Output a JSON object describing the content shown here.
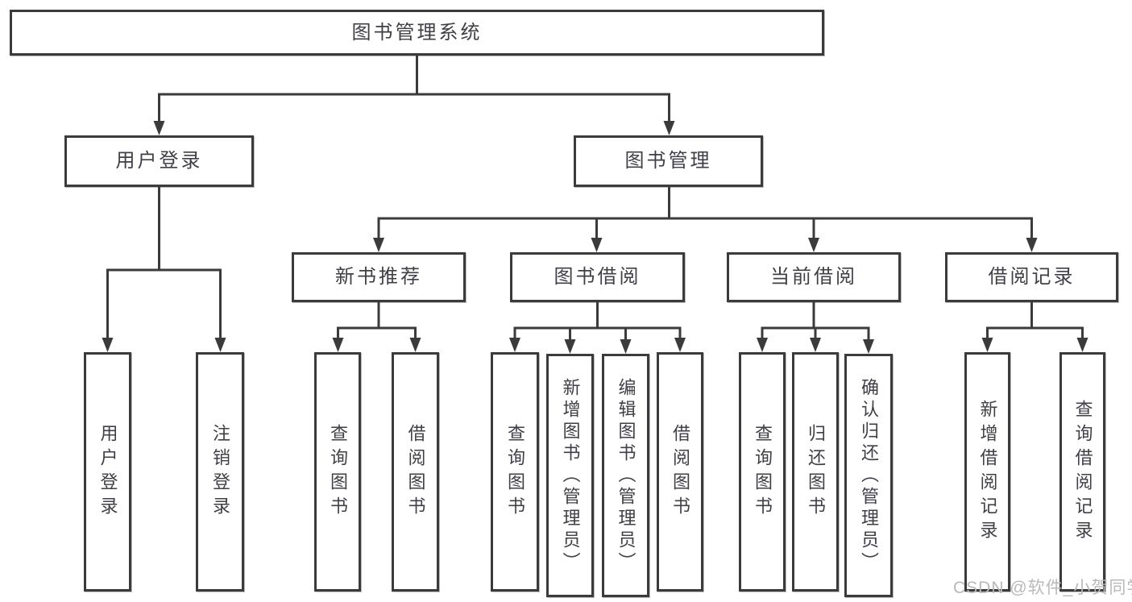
{
  "diagram": {
    "type": "hierarchy-tree",
    "colors": {
      "line": "#3b3b3b",
      "box_border": "#3b3b3b",
      "text": "#3f3f46",
      "background": "#ffffff",
      "watermark": "#b9b9b9"
    },
    "root": {
      "label": "图书管理系统"
    },
    "level2": [
      {
        "label": "用户登录"
      },
      {
        "label": "图书管理"
      }
    ],
    "level3": [
      {
        "label": "新书推荐",
        "parent": "图书管理"
      },
      {
        "label": "图书借阅",
        "parent": "图书管理"
      },
      {
        "label": "当前借阅",
        "parent": "图书管理"
      },
      {
        "label": "借阅记录",
        "parent": "图书管理"
      }
    ],
    "leaves": [
      {
        "label": "用户登录",
        "parent": "用户登录"
      },
      {
        "label": "注销登录",
        "parent": "用户登录"
      },
      {
        "label": "查询图书",
        "parent": "新书推荐"
      },
      {
        "label": "借阅图书",
        "parent": "新书推荐"
      },
      {
        "label": "查询图书",
        "parent": "图书借阅"
      },
      {
        "label": "新增图书（管理员）",
        "parent": "图书借阅"
      },
      {
        "label": "编辑图书（管理员）",
        "parent": "图书借阅"
      },
      {
        "label": "借阅图书",
        "parent": "图书借阅"
      },
      {
        "label": "查询图书",
        "parent": "当前借阅"
      },
      {
        "label": "归还图书",
        "parent": "当前借阅"
      },
      {
        "label": "确认归还（管理员）",
        "parent": "当前借阅"
      },
      {
        "label": "新增借阅记录",
        "parent": "借阅记录"
      },
      {
        "label": "查询借阅记录",
        "parent": "借阅记录"
      }
    ],
    "watermark": "CSDN @软件_小贺同学"
  }
}
